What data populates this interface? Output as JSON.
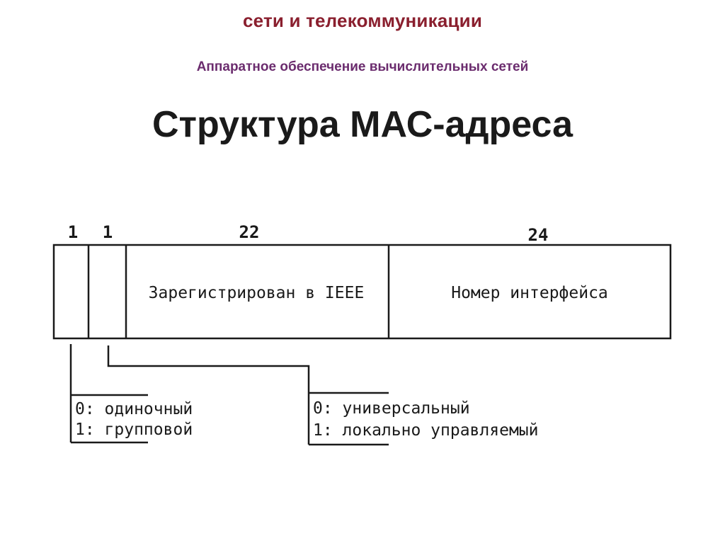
{
  "header": {
    "course_title": "сети и телекоммуникации",
    "section_title": "Аппаратное обеспечение вычислительных сетей",
    "slide_title": "Структура МАС-адреса"
  },
  "diagram": {
    "fields": [
      {
        "bits": "1",
        "label": ""
      },
      {
        "bits": "1",
        "label": ""
      },
      {
        "bits": "22",
        "label": "Зарегистрирован в IEEE"
      },
      {
        "bits": "24",
        "label": "Номер интерфейса"
      }
    ],
    "legends": [
      {
        "line1": "0: одиночный",
        "line2": "1: групповой"
      },
      {
        "line1": "0: универсальный",
        "line2": "1: локально управляемый"
      }
    ]
  },
  "colors": {
    "course_title": "#8a1f2e",
    "section_title": "#6b2c6e",
    "lines": "#1a1a1a"
  }
}
